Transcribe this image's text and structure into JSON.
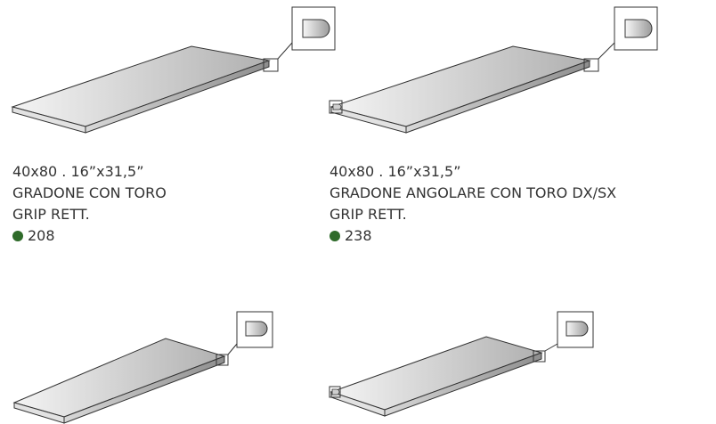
{
  "colors": {
    "text": "#333333",
    "dot": "#2f6b2a",
    "line": "#333333",
    "slab_top_light": "#f2f2f2",
    "slab_top_dark": "#b3b3b3",
    "slab_edge": "#c8c8c8",
    "slab_edge_dark": "#8f8f8f"
  },
  "products": [
    {
      "size": "40x80 . 16”x31,5”",
      "name": "GRADONE CON TORO",
      "finish": "GRIP RETT.",
      "code": "208",
      "corner_variant": false
    },
    {
      "size": "40x80 . 16”x31,5”",
      "name": "GRADONE ANGOLARE CON TORO  DX/SX",
      "finish": "GRIP RETT.",
      "code": "238",
      "corner_variant": true
    },
    {
      "corner_variant": false
    },
    {
      "corner_variant": true
    }
  ]
}
